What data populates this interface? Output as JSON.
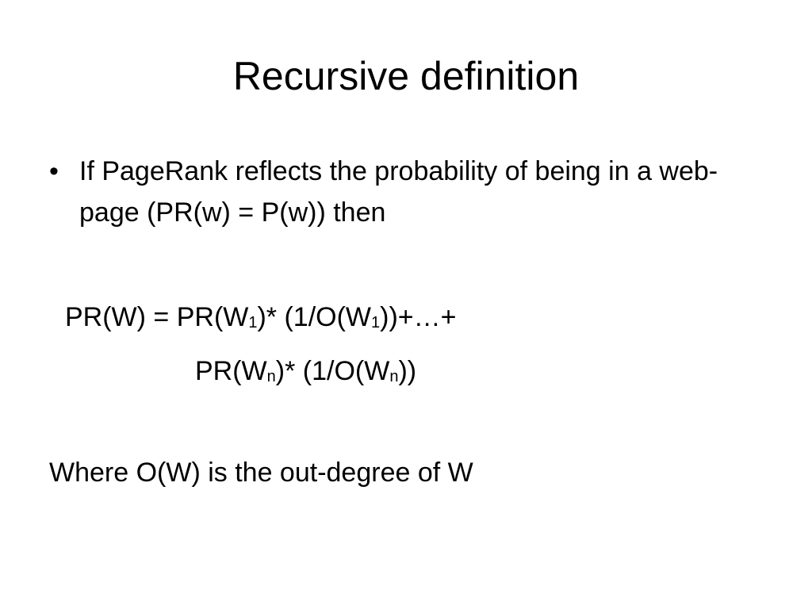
{
  "slide": {
    "title": "Recursive definition",
    "bullet": {
      "marker": "•",
      "text": "If PageRank reflects the probability of being in a web-page (PR(w) = P(w)) then"
    },
    "formula": {
      "line1": {
        "part1": "PR(W) = PR(W",
        "sub1": "1",
        "part2": ")* (1/O(W",
        "sub2": "1",
        "part3": "))+…+"
      },
      "line2": {
        "part1": "PR(W",
        "sub1": "n",
        "part2": ")* (1/O(W",
        "sub2": "n",
        "part3": "))"
      }
    },
    "note": "Where O(W) is the out-degree of W"
  }
}
